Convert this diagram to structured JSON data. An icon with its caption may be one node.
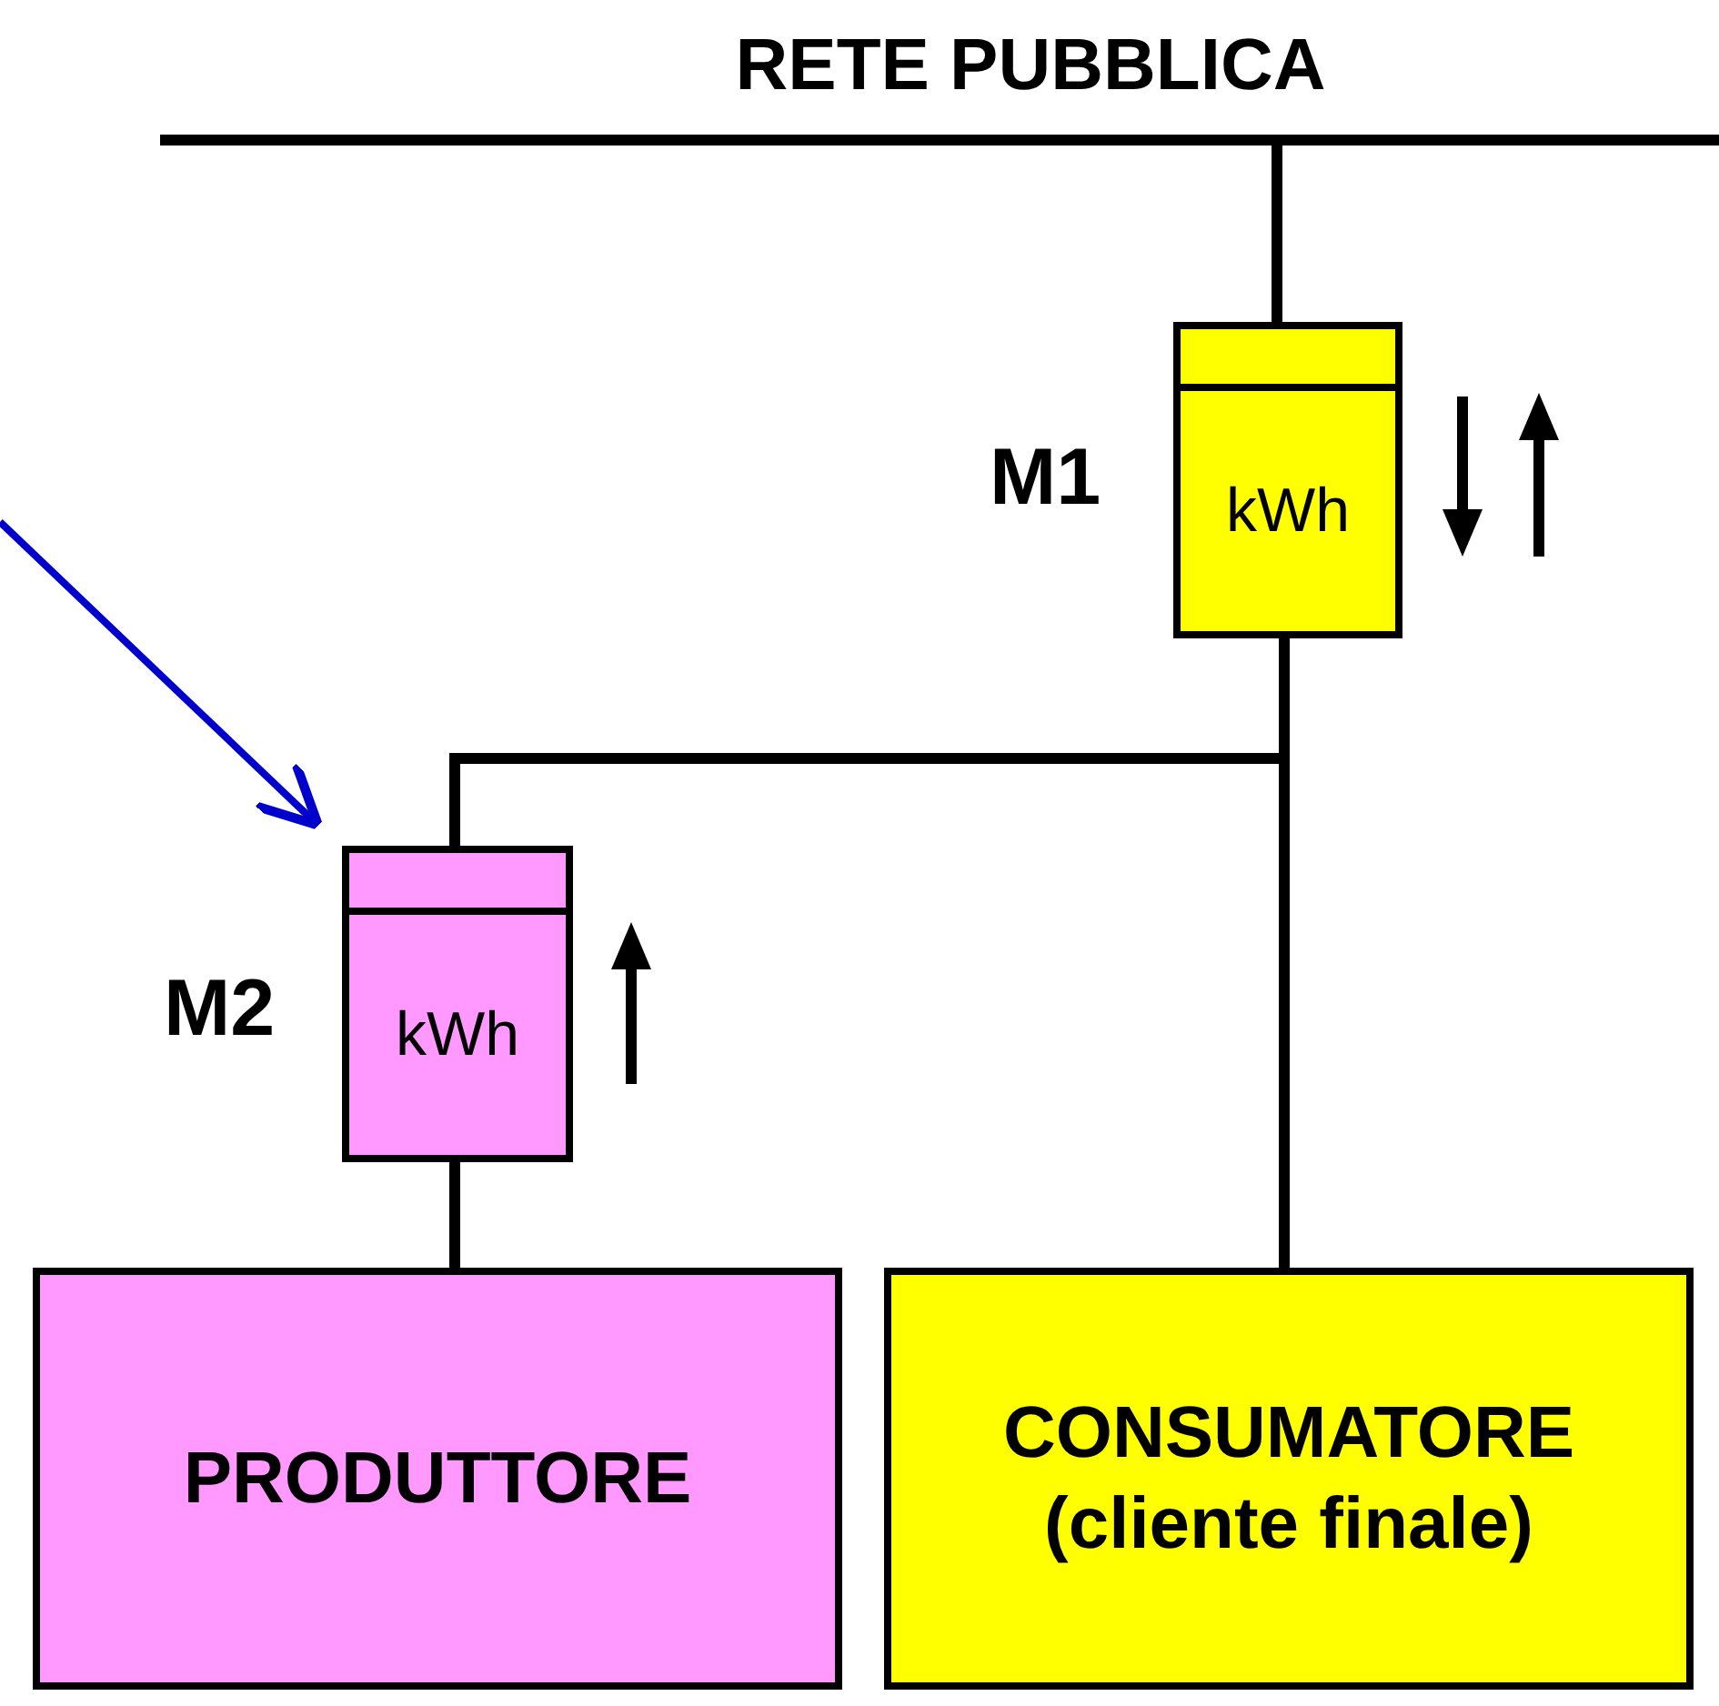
{
  "diagram": {
    "nodes": [
      {
        "text": [
          "RETE PUBBLICA"
        ]
      },
      {
        "text": [
          "kWh"
        ],
        "beside": [
          "M1"
        ]
      },
      {
        "text": [
          "kWh"
        ],
        "beside": [
          "M2"
        ]
      },
      {
        "text": [
          "PRODUTTORE"
        ]
      },
      {
        "text": [
          "CONSUMATORE (cliente finale)"
        ]
      }
    ],
    "edges": [
      {
        "from": 0,
        "to": 1,
        "arrow": "none"
      },
      {
        "from": 1,
        "to": 2,
        "arrow": "none"
      },
      {
        "from": 1,
        "to": 4,
        "arrow": "none"
      },
      {
        "from": 2,
        "to": 3,
        "arrow": "none"
      },
      {
        "from": null,
        "to": 2,
        "arrow": "to",
        "color": "#0000cc"
      }
    ]
  }
}
